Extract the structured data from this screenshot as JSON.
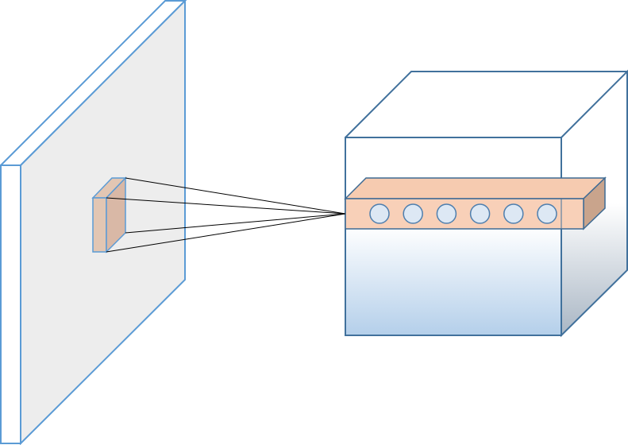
{
  "diagram": {
    "description_elements": {
      "input_plane": "input-feature-map",
      "receptive_field": "receptive-field-patch",
      "output_volume": "output-volume",
      "depth_column": "depth-column",
      "neuron_count": 6
    },
    "colors": {
      "plane_fill": "#ededed",
      "plane_edge_fill": "#ffffff",
      "plane_stroke": "#5b9bd5",
      "patch_fill": "#d9b8a6",
      "patch_side": "#e2c6b3",
      "cube_stroke": "#41719c",
      "cube_front_top": "#ffffff",
      "cube_front_bottom": "#b4cfea",
      "cube_side_bottom": "#a9b6c4",
      "column_front": "#f8d0b8",
      "column_top": "#f6cbb0",
      "column_side": "#c9a48c",
      "column_stroke": "#3e6b94",
      "neuron_fill": "#dde8f4",
      "neuron_stroke": "#4f7fae",
      "connection_line": "#000000"
    }
  }
}
